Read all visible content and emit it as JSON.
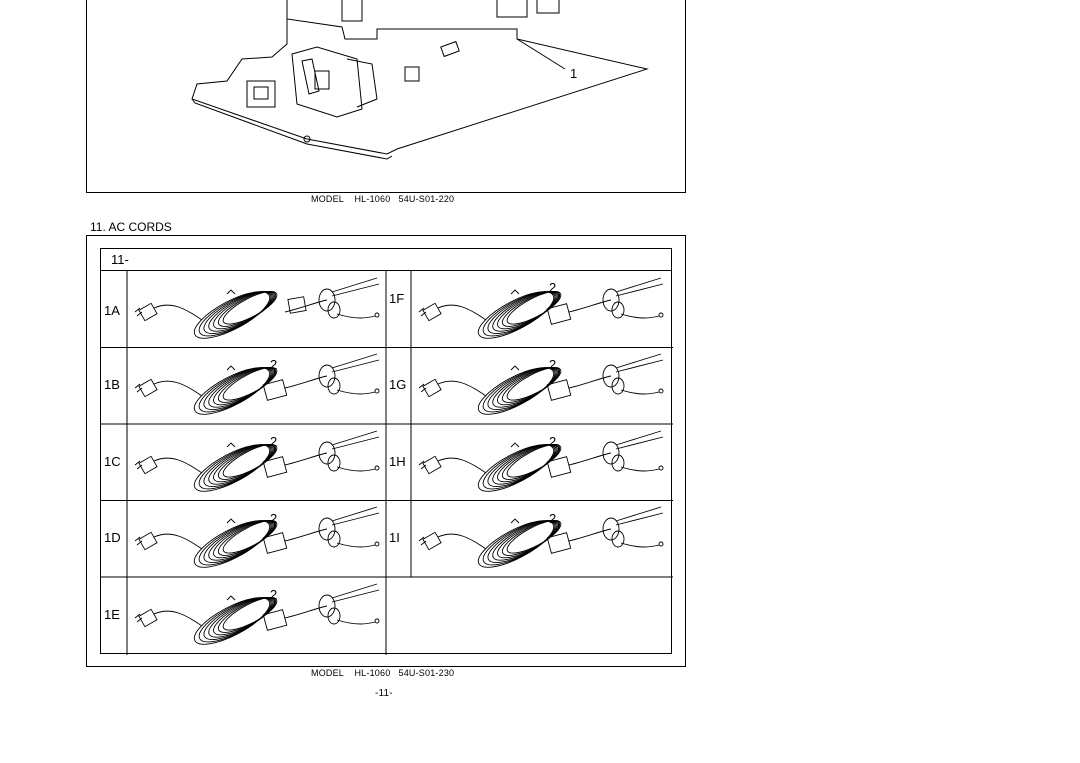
{
  "top_figure": {
    "callout": "1",
    "caption": "MODEL    HL-1060   54U-S01-220"
  },
  "ac_cords": {
    "section_title": "11. AC CORDS",
    "header_prefix": "11-",
    "cells": [
      {
        "label": "1A",
        "part": ""
      },
      {
        "label": "1F",
        "part": "2"
      },
      {
        "label": "1B",
        "part": "2"
      },
      {
        "label": "1G",
        "part": "2"
      },
      {
        "label": "1C",
        "part": "2"
      },
      {
        "label": "1H",
        "part": "2"
      },
      {
        "label": "1D",
        "part": "2"
      },
      {
        "label": "1I",
        "part": "2"
      },
      {
        "label": "1E",
        "part": "2"
      }
    ],
    "caption": "MODEL    HL-1060   54U-S01-230"
  },
  "page_number": "-11-"
}
